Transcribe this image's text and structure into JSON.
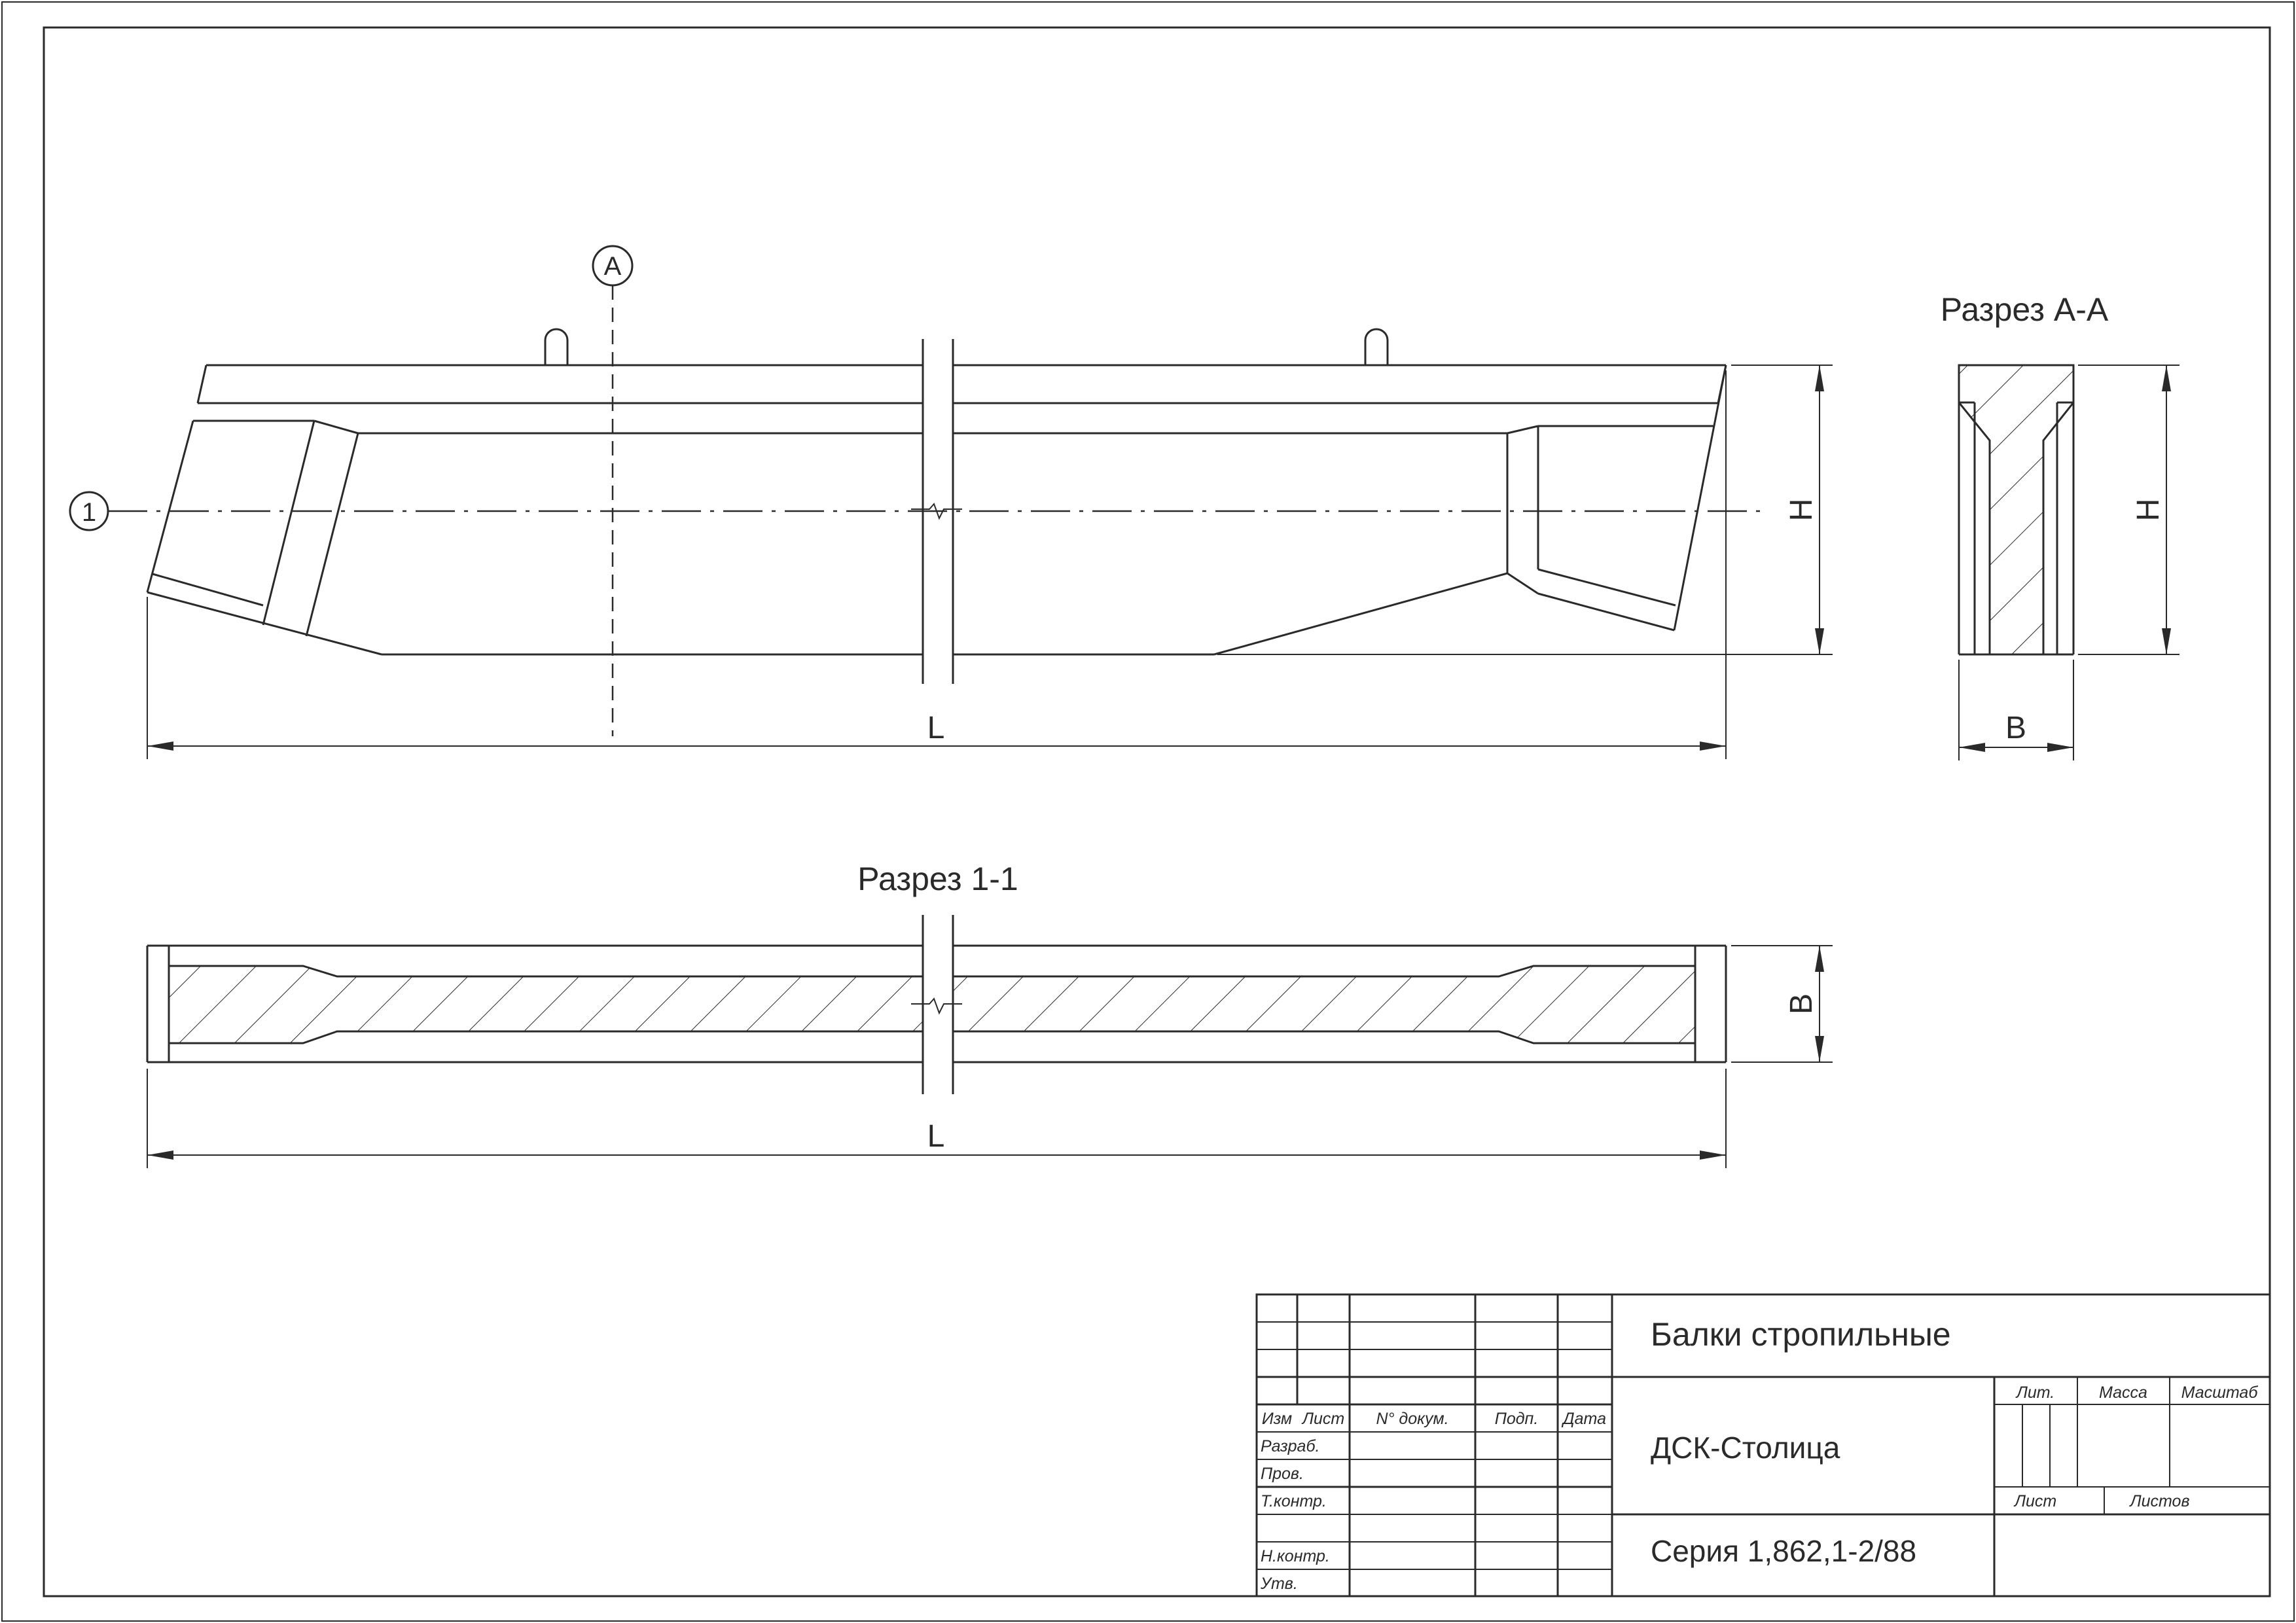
{
  "views": {
    "section_aa_title": "Разрез А-А",
    "section_11_title": "Разрез 1-1",
    "axis_marker_a": "А",
    "axis_marker_1": "1"
  },
  "dimensions": {
    "length": "L",
    "height": "H",
    "width": "B"
  },
  "title_block": {
    "product_name": "Балки стропильные",
    "organization": "ДСК-Столица",
    "series": "Серия 1,862,1-2/88",
    "column_headers": {
      "change": "Изм",
      "sheet": "Лист",
      "document": "N° докум.",
      "signature": "Подп.",
      "date": "Дата"
    },
    "roles": {
      "developed": "Разраб.",
      "checked": "Пров.",
      "tech_control": "Т.контр.",
      "norm_control": "Н.контр.",
      "approved": "Утв."
    },
    "stamp_headers": {
      "letter": "Лит.",
      "mass": "Масса",
      "scale": "Масштаб",
      "sheet": "Лист",
      "sheets": "Листов"
    }
  }
}
